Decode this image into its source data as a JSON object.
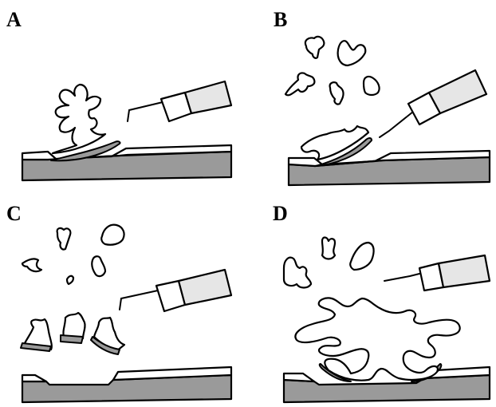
{
  "figure": {
    "panels": [
      {
        "id": "A",
        "label": "A"
      },
      {
        "id": "B",
        "label": "B"
      },
      {
        "id": "C",
        "label": "C"
      },
      {
        "id": "D",
        "label": "D"
      }
    ],
    "colors": {
      "tissue_grey": "#9a9a9a",
      "probe_light": "#e6e6e6",
      "line": "#000000",
      "background": "#ffffff"
    }
  }
}
